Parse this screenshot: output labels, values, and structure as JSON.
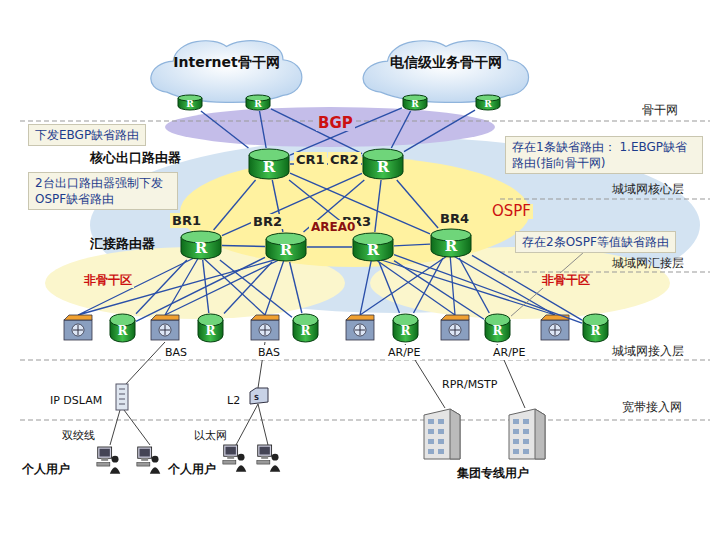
{
  "diagram": {
    "nodes": [
      {
        "text": [
          "Internet骨干网"
        ]
      },
      {
        "text": [
          "电信级业务骨干网"
        ]
      },
      {
        "text": [
          "R"
        ],
        "in": 0
      },
      {
        "text": [
          "R"
        ],
        "in": 0
      },
      {
        "text": [
          "R"
        ],
        "in": 1
      },
      {
        "text": [
          "R"
        ],
        "in": 1
      },
      {
        "text": [
          "下发EBGP缺省路由"
        ]
      },
      {
        "text": [
          "CR1",
          "R"
        ]
      },
      {
        "text": [
          "CR2",
          "R"
        ]
      },
      {
        "text": [
          "存在1条缺省路由： 1.EBGP缺省路由(指向骨干网)"
        ]
      },
      {
        "text": [
          "2台出口路由器强制下发OSPF缺省路由"
        ]
      },
      {
        "text": [
          "BR1",
          "R"
        ]
      },
      {
        "text": [
          "BR2",
          "R"
        ]
      },
      {
        "text": [
          "BR3",
          "R"
        ]
      },
      {
        "text": [
          "BR4",
          "R"
        ]
      },
      {
        "text": [
          "存在2条OSPF等值缺省路由"
        ]
      },
      {
        "text": [
          "R"
        ]
      },
      {
        "text": [
          "R"
        ]
      },
      {
        "text": [
          "R"
        ]
      },
      {
        "text": [
          "R"
        ]
      },
      {
        "text": [
          "R"
        ]
      },
      {
        "text": [
          "R"
        ]
      }
    ],
    "edges": [
      {
        "from": 2,
        "to": 7,
        "arrow": "none"
      },
      {
        "from": 3,
        "to": 8,
        "arrow": "none"
      },
      {
        "from": 4,
        "to": 7,
        "arrow": "none"
      },
      {
        "from": 5,
        "to": 8,
        "arrow": "none"
      },
      {
        "from": 3,
        "to": 7,
        "arrow": "none"
      },
      {
        "from": 4,
        "to": 8,
        "arrow": "none"
      },
      {
        "from": 7,
        "to": 8,
        "arrow": "none"
      },
      {
        "from": 7,
        "to": 11,
        "arrow": "none"
      },
      {
        "from": 7,
        "to": 12,
        "arrow": "none"
      },
      {
        "from": 7,
        "to": 13,
        "arrow": "none"
      },
      {
        "from": 7,
        "to": 14,
        "arrow": "none"
      },
      {
        "from": 8,
        "to": 11,
        "arrow": "none"
      },
      {
        "from": 8,
        "to": 12,
        "arrow": "none"
      },
      {
        "from": 8,
        "to": 13,
        "arrow": "none"
      },
      {
        "from": 8,
        "to": 14,
        "arrow": "none"
      },
      {
        "from": 11,
        "to": 12,
        "arrow": "none"
      },
      {
        "from": 12,
        "to": 13,
        "arrow": "none"
      },
      {
        "from": 13,
        "to": 14,
        "arrow": "none"
      },
      {
        "from": 11,
        "to": 16,
        "arrow": "none"
      },
      {
        "from": 11,
        "to": 17,
        "arrow": "none"
      },
      {
        "from": 11,
        "to": 18,
        "arrow": "none"
      },
      {
        "from": 12,
        "to": 16,
        "arrow": "none"
      },
      {
        "from": 12,
        "to": 17,
        "arrow": "none"
      },
      {
        "from": 12,
        "to": 18,
        "arrow": "none"
      },
      {
        "from": 13,
        "to": 19,
        "arrow": "none"
      },
      {
        "from": 13,
        "to": 20,
        "arrow": "none"
      },
      {
        "from": 13,
        "to": 21,
        "arrow": "none"
      },
      {
        "from": 14,
        "to": 19,
        "arrow": "none"
      },
      {
        "from": 14,
        "to": 20,
        "arrow": "none"
      },
      {
        "from": 14,
        "to": 21,
        "arrow": "none"
      },
      {
        "from": 15,
        "to": 20,
        "arrow": "none"
      }
    ],
    "labels": [
      "骨干网",
      "BGP",
      "OSPF",
      "AREA0",
      "城域网核心层",
      "核心出口路由器",
      "汇接路由器",
      "城域网汇接层",
      "非骨干区",
      "非骨干区",
      "BAS",
      "BAS",
      "AR/PE",
      "AR/PE",
      "城域网接入层",
      "IP DSLAM",
      "L2",
      "双绞线",
      "以太网",
      "个人用户",
      "个人用户",
      "RPR/MSTP",
      "宽带接入网",
      "集团专线用户"
    ]
  }
}
